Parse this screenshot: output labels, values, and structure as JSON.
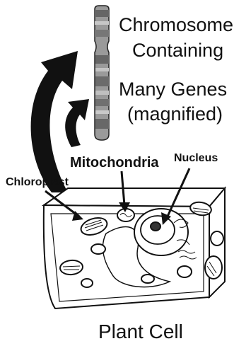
{
  "labels": {
    "chromosome_line1": "Chromosome",
    "chromosome_line2": "Containing",
    "chromosome_line3": "Many Genes",
    "chromosome_line4": "(magnified)",
    "mitochondria": "Mitochondria",
    "nucleus": "Nucleus",
    "chloroplast": "Chloroplast",
    "plant_cell": "Plant Cell"
  },
  "colors": {
    "line": "#111111",
    "chromosome_band_dark": "#666666",
    "chromosome_band_light": "#a9a9a9",
    "background": "#ffffff"
  }
}
